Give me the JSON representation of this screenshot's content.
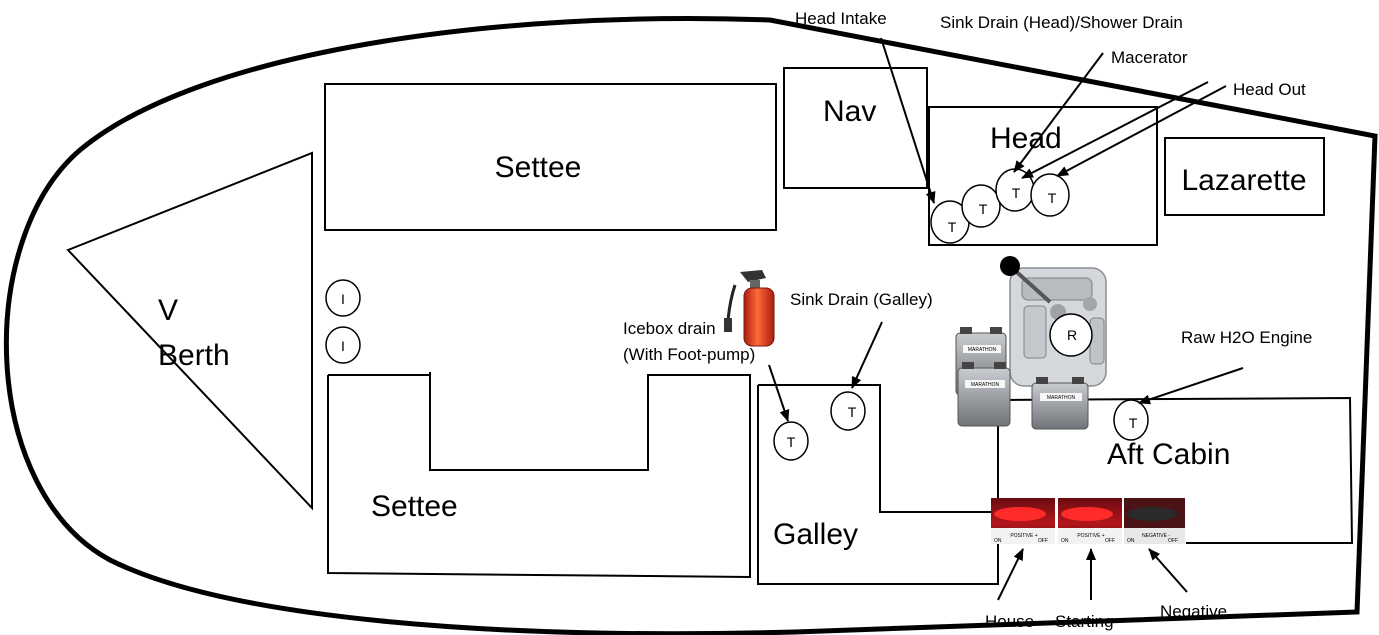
{
  "rooms": {
    "settee_top": "Settee",
    "v_berth_line1": "V",
    "v_berth_line2": "Berth",
    "nav": "Nav",
    "head": "Head",
    "lazarette": "Lazarette",
    "settee_bottom": "Settee",
    "galley": "Galley",
    "aft_cabin": "Aft Cabin"
  },
  "callouts": {
    "head_intake": "Head Intake",
    "sink_drain_head": "Sink Drain (Head)/Shower Drain",
    "macerator": "Macerator",
    "head_out": "Head Out",
    "sink_drain_galley": "Sink Drain (Galley)",
    "icebox_line1": "Icebox drain",
    "icebox_line2": "(With Foot-pump)",
    "raw_h2o": "Raw H2O Engine",
    "house": "House",
    "starting": "Starting",
    "negative": "Negative"
  },
  "markers": {
    "thru_hull": "T",
    "intake": "I",
    "engine": "R"
  },
  "switch_panels": {
    "positive_text": "POSITIVE +",
    "negative_text": "NEGATIVE -",
    "on": "ON",
    "off": "OFF"
  },
  "battery_brand": "MARATHON",
  "icons": [
    "fire-extinguisher-icon",
    "engine-icon",
    "battery-icon",
    "battery-switch-icon"
  ],
  "colors": {
    "outline": "#000000",
    "switch_red": "#e8141c",
    "extinguisher_red": "#e0361a"
  }
}
